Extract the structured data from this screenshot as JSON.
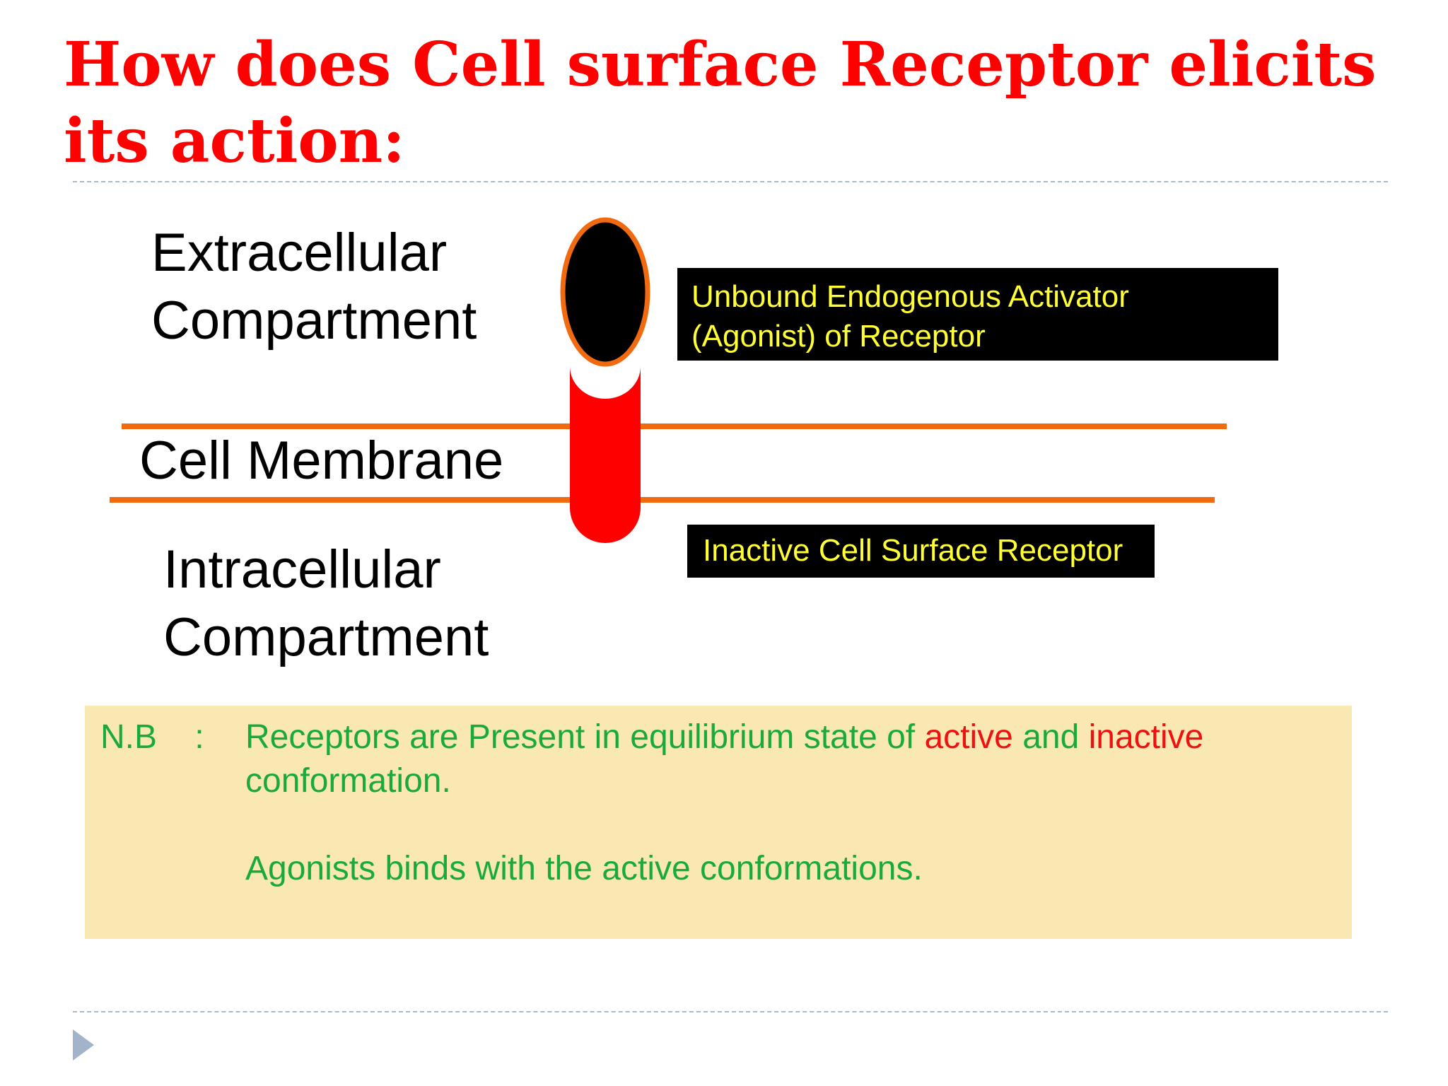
{
  "slide": {
    "title": "How does Cell surface  Receptor elicits its action:"
  },
  "diagram": {
    "extracellular_line1": "Extracellular",
    "extracellular_line2": "Compartment",
    "membrane_label": "Cell Membrane",
    "intracellular_line1": "Intracellular",
    "intracellular_line2": "Compartment",
    "agonist_callout_line1": "Unbound Endogenous Activator",
    "agonist_callout_line2": "(Agonist) of Receptor",
    "receptor_callout": "Inactive Cell Surface Receptor",
    "colors": {
      "membrane": "#f26a10",
      "receptor": "#ff0000",
      "agonist_fill": "#000000",
      "agonist_outline": "#f26a10"
    }
  },
  "note": {
    "prefix": "N.B",
    "separator": ":",
    "line1_a": "Receptors  are Present in equilibrium state of ",
    "line1_active": "active",
    "line1_and": " and ",
    "line1_inactive": "inactive",
    "line1_b": " conformation.",
    "line2": "Agonists binds with the active conformations."
  },
  "icons": {
    "nav": "triangle-right-icon"
  }
}
